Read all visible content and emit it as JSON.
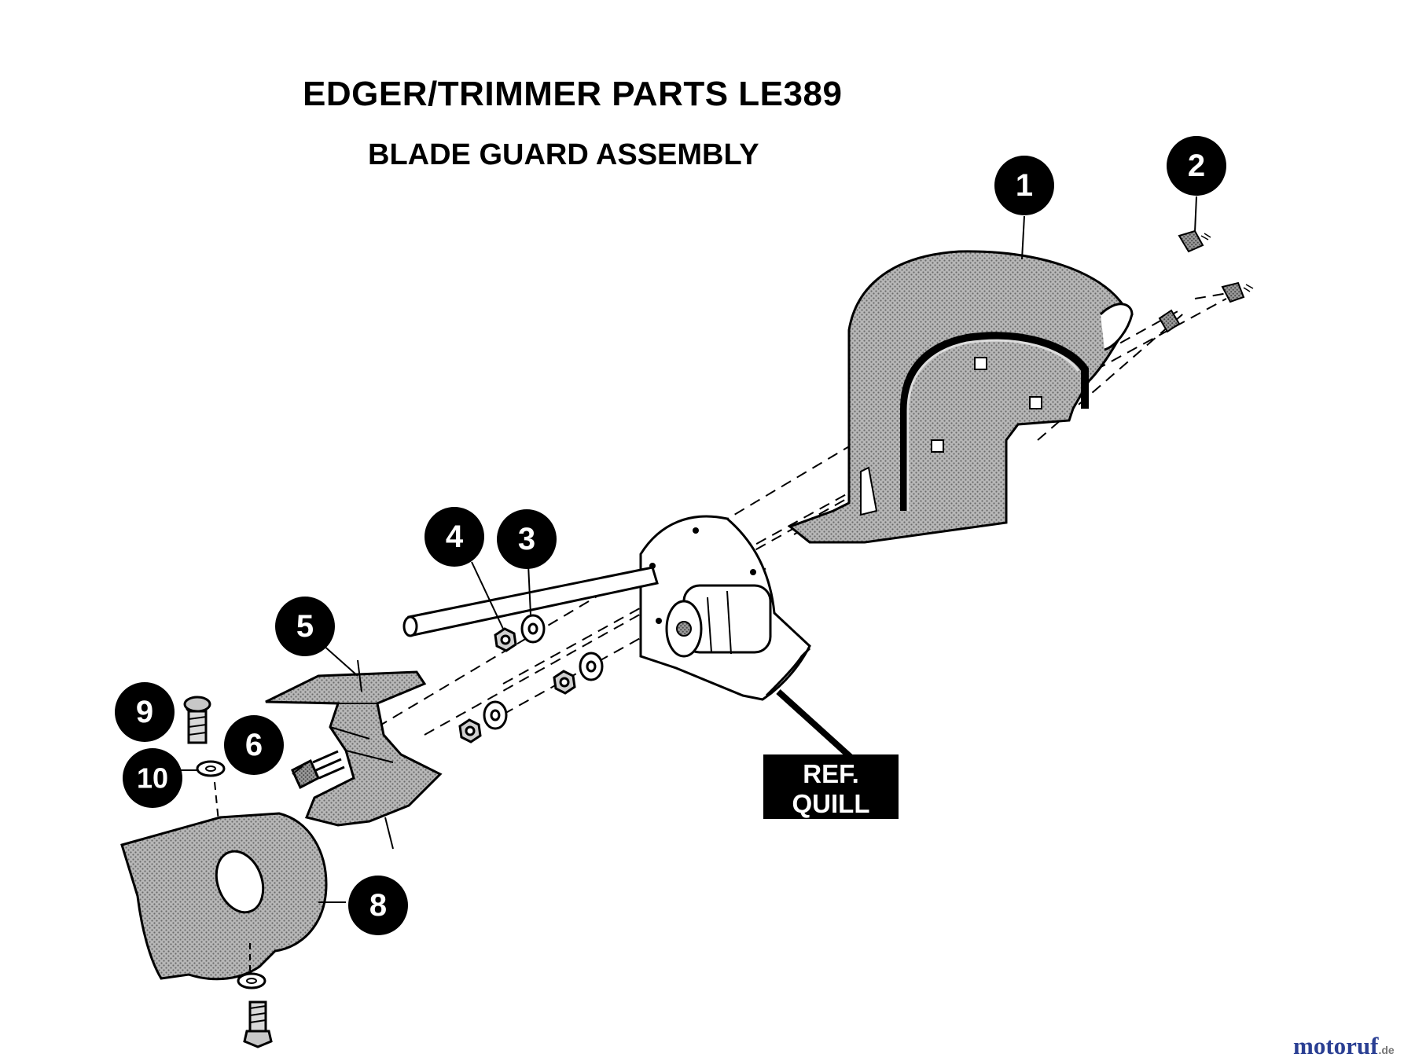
{
  "header": {
    "title": "EDGER/TRIMMER  PARTS LE389",
    "subtitle": "BLADE GUARD ASSEMBLY"
  },
  "callouts": [
    {
      "num": "1",
      "part": "blade-guard"
    },
    {
      "num": "2",
      "part": "guard-screws"
    },
    {
      "num": "3",
      "part": "washer"
    },
    {
      "num": "4",
      "part": "nut"
    },
    {
      "num": "5",
      "part": "mount-bracket"
    },
    {
      "num": "6",
      "part": "bracket-bolt"
    },
    {
      "num": "8",
      "part": "depth-shoe"
    },
    {
      "num": "9",
      "part": "shoe-screw"
    },
    {
      "num": "10",
      "part": "shoe-washer"
    }
  ],
  "ref_label": {
    "line1": "REF.",
    "line2": "QUILL"
  },
  "watermark": {
    "brand": "motoruf",
    "tld": ".de"
  },
  "colors": {
    "ink": "#000000",
    "paper": "#ffffff",
    "shade": "#8c8c8c",
    "watermark_blue": "#2a3f93"
  }
}
